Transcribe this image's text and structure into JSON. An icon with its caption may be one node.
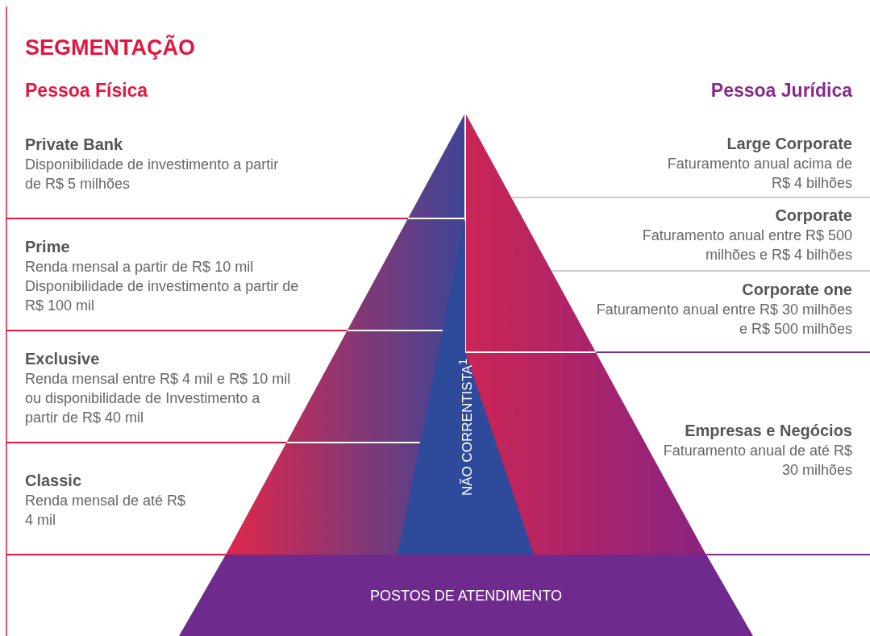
{
  "diagram": {
    "title": "SEGMENTAÇÃO",
    "nodes": [
      {
        "text": [
          "Private Bank",
          "Disponibilidade de investimento a partir de R$ 5 milhões"
        ]
      },
      {
        "text": [
          "Prime",
          "Renda mensal a partir de R$ 10 mil",
          "Disponibilidade de investimento a partir de R$ 100 mil"
        ]
      },
      {
        "text": [
          "Exclusive",
          "Renda mensal entre R$ 4 mil e R$ 10 mil ou disponibilidade de Investimento a partir de R$ 40 mil"
        ]
      },
      {
        "text": [
          "Classic",
          "Renda mensal de até R$ 4 mil"
        ]
      },
      {
        "text": [
          "Large Corporate",
          "Faturamento anual acima de R$ 4 bilhões"
        ]
      },
      {
        "text": [
          "Corporate",
          "Faturamento anual entre R$ 500 milhões e R$ 4 bilhões"
        ]
      },
      {
        "text": [
          "Corporate one",
          "Faturamento anual entre R$ 30 milhões e R$ 500 milhões"
        ]
      },
      {
        "text": [
          "Empresas e Negócios",
          "Faturamento anual de até R$ 30 milhões"
        ]
      },
      {
        "text": [
          "NÃO CORRENTISTA$^{1}$"
        ]
      },
      {
        "text": [
          "POSTOS DE ATENDIMENTO"
        ]
      }
    ],
    "labels": [
      "Pessoa Física",
      "Pessoa Jurídica"
    ]
  }
}
